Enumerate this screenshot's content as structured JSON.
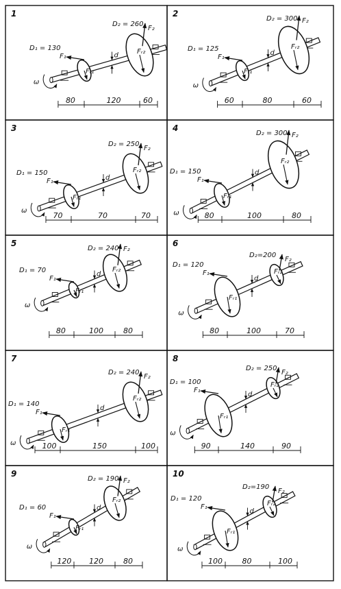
{
  "colors": {
    "ink": "#111111",
    "paper": "#ffffff"
  },
  "variants": [
    {
      "num": "1",
      "labels": [
        {
          "id": "D1",
          "t": "D₁ = 130"
        },
        {
          "id": "D2",
          "t": "D₂ = 260"
        },
        {
          "id": "F1",
          "t": "F₁"
        },
        {
          "id": "F2",
          "t": "F₂"
        },
        {
          "id": "Fr1",
          "t": "Fᵣ₁"
        },
        {
          "id": "Fr2",
          "t": "Fᵣ₂"
        },
        {
          "id": "d",
          "t": "d"
        },
        {
          "id": "w",
          "t": "ω"
        }
      ],
      "dims": [
        "80",
        "120",
        "60"
      ]
    },
    {
      "num": "2",
      "labels": [
        {
          "id": "D1",
          "t": "D₁ = 125"
        },
        {
          "id": "D2",
          "t": "D₂ = 300"
        },
        {
          "id": "F1",
          "t": "F₁"
        },
        {
          "id": "F2",
          "t": "F₂"
        },
        {
          "id": "Fr1",
          "t": "Fᵣ₁"
        },
        {
          "id": "Fr2",
          "t": "Fᵣ₂"
        },
        {
          "id": "d",
          "t": "d"
        },
        {
          "id": "w",
          "t": "ω"
        }
      ],
      "dims": [
        "60",
        "80",
        "60"
      ]
    },
    {
      "num": "3",
      "labels": [
        {
          "id": "D1",
          "t": "D₁ = 150"
        },
        {
          "id": "D2",
          "t": "D₂ = 250"
        },
        {
          "id": "F1",
          "t": "F₁"
        },
        {
          "id": "F2",
          "t": "F₂"
        },
        {
          "id": "Fr1",
          "t": "Fᵣ₁"
        },
        {
          "id": "Fr2",
          "t": "Fᵣ₂"
        },
        {
          "id": "d",
          "t": "d"
        },
        {
          "id": "w",
          "t": "ω"
        }
      ],
      "dims": [
        "70",
        "70",
        "70"
      ]
    },
    {
      "num": "4",
      "labels": [
        {
          "id": "D1",
          "t": "D₁ = 150"
        },
        {
          "id": "D2",
          "t": "D₂ = 300"
        },
        {
          "id": "F1",
          "t": "F₁"
        },
        {
          "id": "F2",
          "t": "F₂"
        },
        {
          "id": "Fr1",
          "t": "Fᵣ₁"
        },
        {
          "id": "Fr2",
          "t": "Fᵣ₂"
        },
        {
          "id": "d",
          "t": "d"
        },
        {
          "id": "w",
          "t": "ω"
        }
      ],
      "dims": [
        "80",
        "100",
        "80"
      ]
    },
    {
      "num": "5",
      "labels": [
        {
          "id": "D1",
          "t": "D₁ = 70"
        },
        {
          "id": "D2",
          "t": "D₂ = 240"
        },
        {
          "id": "F1",
          "t": "F₁"
        },
        {
          "id": "F2",
          "t": "F₂"
        },
        {
          "id": "Fr1",
          "t": "Fᵣ₁"
        },
        {
          "id": "Fr2",
          "t": "Fᵣ₂"
        },
        {
          "id": "d",
          "t": "d"
        },
        {
          "id": "w",
          "t": "ω"
        }
      ],
      "dims": [
        "80",
        "100",
        "80"
      ]
    },
    {
      "num": "6",
      "labels": [
        {
          "id": "D1",
          "t": "D₁ = 120"
        },
        {
          "id": "D2",
          "t": "D₂=200"
        },
        {
          "id": "F1",
          "t": "F₁"
        },
        {
          "id": "F2",
          "t": "F₂"
        },
        {
          "id": "Fr1",
          "t": "Fᵣ₁"
        },
        {
          "id": "Fr2",
          "t": "Fᵣ₂"
        },
        {
          "id": "d",
          "t": "d"
        },
        {
          "id": "w",
          "t": "ω"
        }
      ],
      "dims": [
        "80",
        "100",
        "70"
      ]
    },
    {
      "num": "7",
      "labels": [
        {
          "id": "D1",
          "t": "D₁ = 140"
        },
        {
          "id": "D2",
          "t": "D₂ = 240"
        },
        {
          "id": "F1",
          "t": "F₁"
        },
        {
          "id": "F2",
          "t": "F₂"
        },
        {
          "id": "Fr1",
          "t": "Fᵣ₁"
        },
        {
          "id": "Fr2",
          "t": "Fᵣ₂"
        },
        {
          "id": "d",
          "t": "d"
        },
        {
          "id": "w",
          "t": "ω"
        }
      ],
      "dims": [
        "100",
        "150",
        "100"
      ]
    },
    {
      "num": "8",
      "labels": [
        {
          "id": "D1",
          "t": "D₁ = 100"
        },
        {
          "id": "D2",
          "t": "D₂ = 250"
        },
        {
          "id": "F1",
          "t": "F₁"
        },
        {
          "id": "F2",
          "t": "F₂"
        },
        {
          "id": "Fr1",
          "t": "Fᵣ₁"
        },
        {
          "id": "Fr2",
          "t": "Fᵣ₂"
        },
        {
          "id": "d",
          "t": "d"
        },
        {
          "id": "w",
          "t": "ω"
        }
      ],
      "dims": [
        "90",
        "140",
        "90"
      ]
    },
    {
      "num": "9",
      "labels": [
        {
          "id": "D1",
          "t": "D₁ = 60"
        },
        {
          "id": "D2",
          "t": "D₂ = 190"
        },
        {
          "id": "F1",
          "t": "F₁"
        },
        {
          "id": "F2",
          "t": "F₂"
        },
        {
          "id": "Fr1",
          "t": "Fᵣ₁"
        },
        {
          "id": "Fr2",
          "t": "Fᵣ₂"
        },
        {
          "id": "d",
          "t": "d"
        },
        {
          "id": "w",
          "t": "ω"
        }
      ],
      "dims": [
        "120",
        "120",
        "80"
      ]
    },
    {
      "num": "10",
      "labels": [
        {
          "id": "D1",
          "t": "D₁ = 120"
        },
        {
          "id": "D2",
          "t": "D₂=190"
        },
        {
          "id": "F1",
          "t": "F₁"
        },
        {
          "id": "F2",
          "t": "F₂"
        },
        {
          "id": "Fr1",
          "t": "Fᵣ₁"
        },
        {
          "id": "Fr2",
          "t": "Fᵣ₂"
        },
        {
          "id": "d",
          "t": "d"
        },
        {
          "id": "w",
          "t": "ω"
        }
      ],
      "dims": [
        "100",
        "80",
        "100"
      ]
    }
  ]
}
